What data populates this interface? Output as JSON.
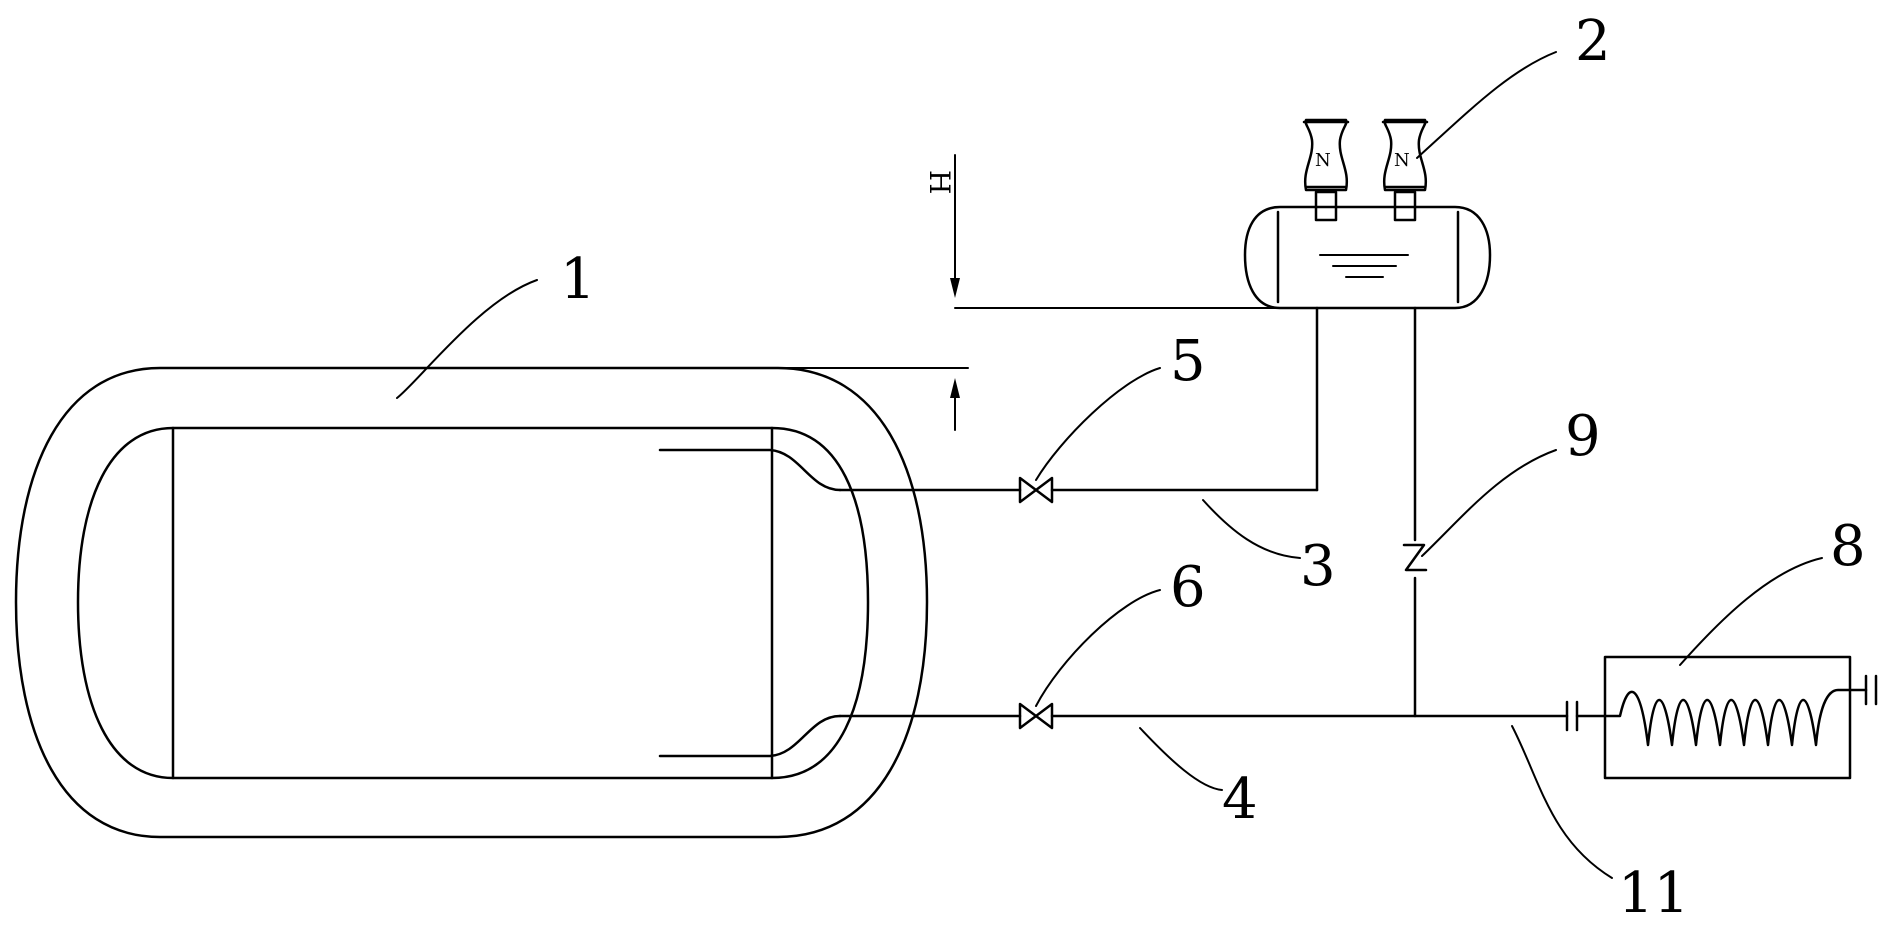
{
  "labels": {
    "tank": "1",
    "device_top": "2",
    "pipe_upper": "3",
    "pipe_lower": "4",
    "valve_upper": "5",
    "valve_lower": "6",
    "heater": "8",
    "check_valve": "9",
    "outlet_pipe": "11",
    "height": "H"
  }
}
